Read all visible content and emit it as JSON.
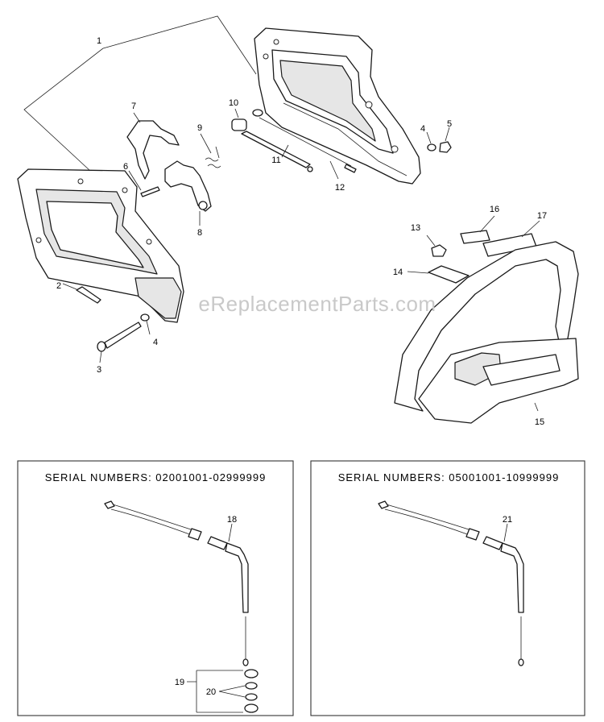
{
  "watermark": "eReplacementParts.com",
  "callouts": [
    "1",
    "2",
    "3",
    "4",
    "4",
    "5",
    "6",
    "7",
    "8",
    "9",
    "10",
    "11",
    "12",
    "13",
    "14",
    "15",
    "16",
    "17",
    "18",
    "19",
    "20",
    "21"
  ],
  "serial_boxes": [
    {
      "title": "SERIAL NUMBERS: 02001001-02999999"
    },
    {
      "title": "SERIAL NUMBERS: 05001001-10999999"
    }
  ]
}
